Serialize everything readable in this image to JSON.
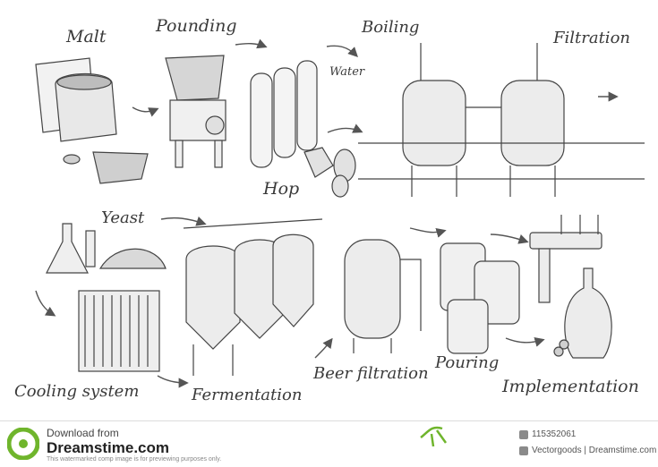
{
  "steps": {
    "malt": "Malt",
    "pounding": "Pounding",
    "boiling": "Boiling",
    "filtration": "Filtration",
    "water": "Water",
    "hop": "Hop",
    "yeast": "Yeast",
    "cooling": "Cooling system",
    "fermentation": "Fermentation",
    "beer_filtration": "Beer filtration",
    "pouring": "Pouring",
    "implementation": "Implementation"
  },
  "footer": {
    "download": "Download from",
    "site": "Dreamstime.com",
    "note": "This watermarked comp image is for previewing purposes only.",
    "image_id": "115352061",
    "author": "Vectorgoods | Dreamstime.com"
  },
  "colors": {
    "ink": "#3a3a3a",
    "line": "#555555",
    "accent": "#6fb52c"
  }
}
